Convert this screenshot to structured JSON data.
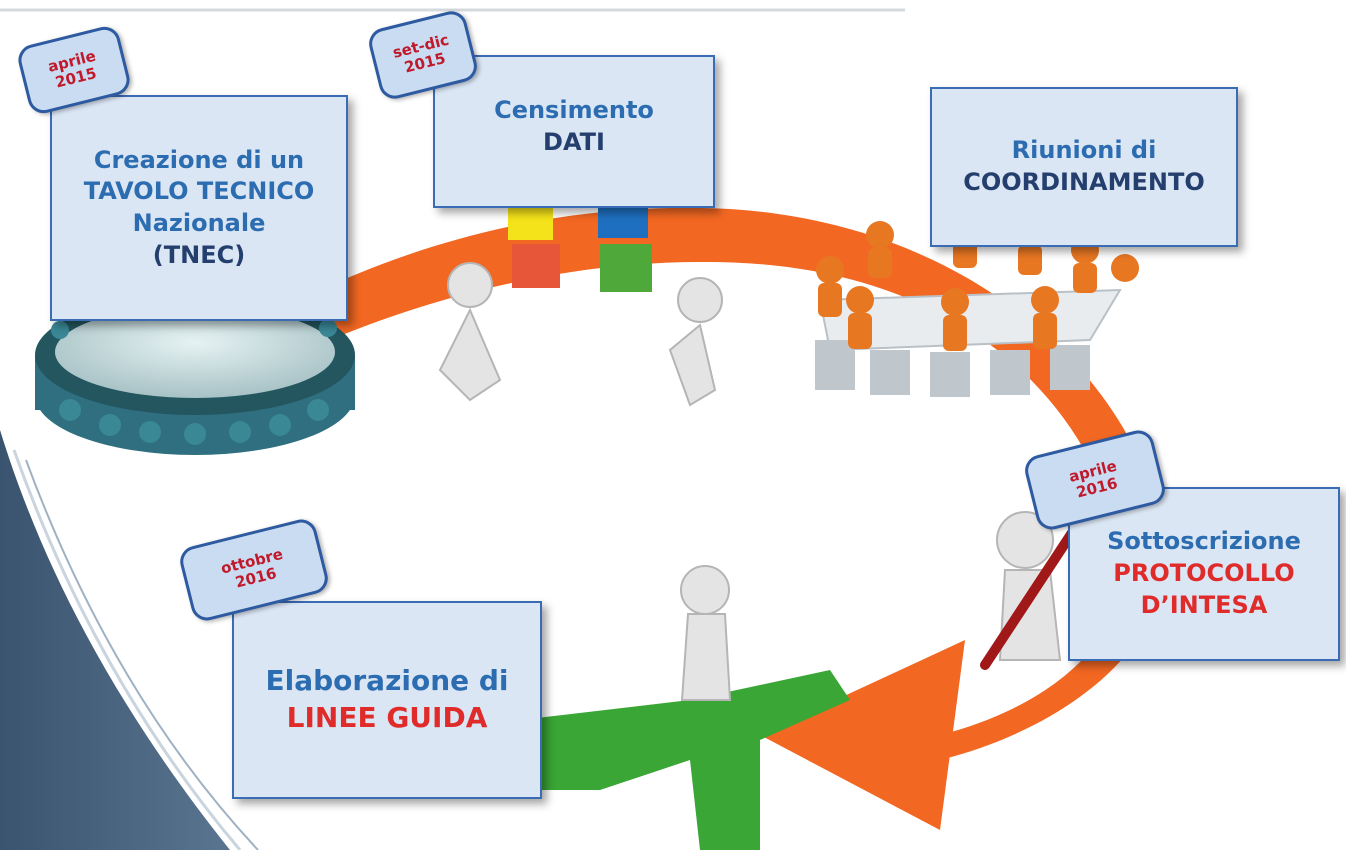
{
  "steps": [
    {
      "date": [
        "aprile",
        "2015"
      ],
      "lines": [
        "Creazione di un",
        "TAVOLO TECNICO",
        "Nazionale",
        "(TNEC)"
      ]
    },
    {
      "date": [
        "set-dic",
        "2015"
      ],
      "lines": [
        "Censimento",
        "DATI"
      ]
    },
    {
      "date": [],
      "lines": [
        "Riunioni di",
        "COORDINAMENTO"
      ]
    },
    {
      "date": [
        "aprile",
        "2016"
      ],
      "lines": [
        "Sottoscrizione",
        "PROTOCOLLO",
        "D’INTESA"
      ]
    },
    {
      "date": [
        "ottobre",
        "2016"
      ],
      "lines": [
        "Elaborazione di",
        "LINEE GUIDA"
      ]
    }
  ],
  "colors": {
    "arrow": "#f26722",
    "box_fill": "#dbe6f4",
    "box_border": "#3a6bb5",
    "text_blue": "#2c6cb0",
    "text_red": "#e02b2b",
    "tag_text": "#c0192b",
    "figures_orange": "#e87722",
    "figures_teal": "#2f6f80",
    "path_green": "#3aa635"
  },
  "icons": [
    "round-table-icon",
    "puzzle-team-icon",
    "meeting-table-icon",
    "pen-signing-figure-icon",
    "crossroads-figure-icon"
  ]
}
